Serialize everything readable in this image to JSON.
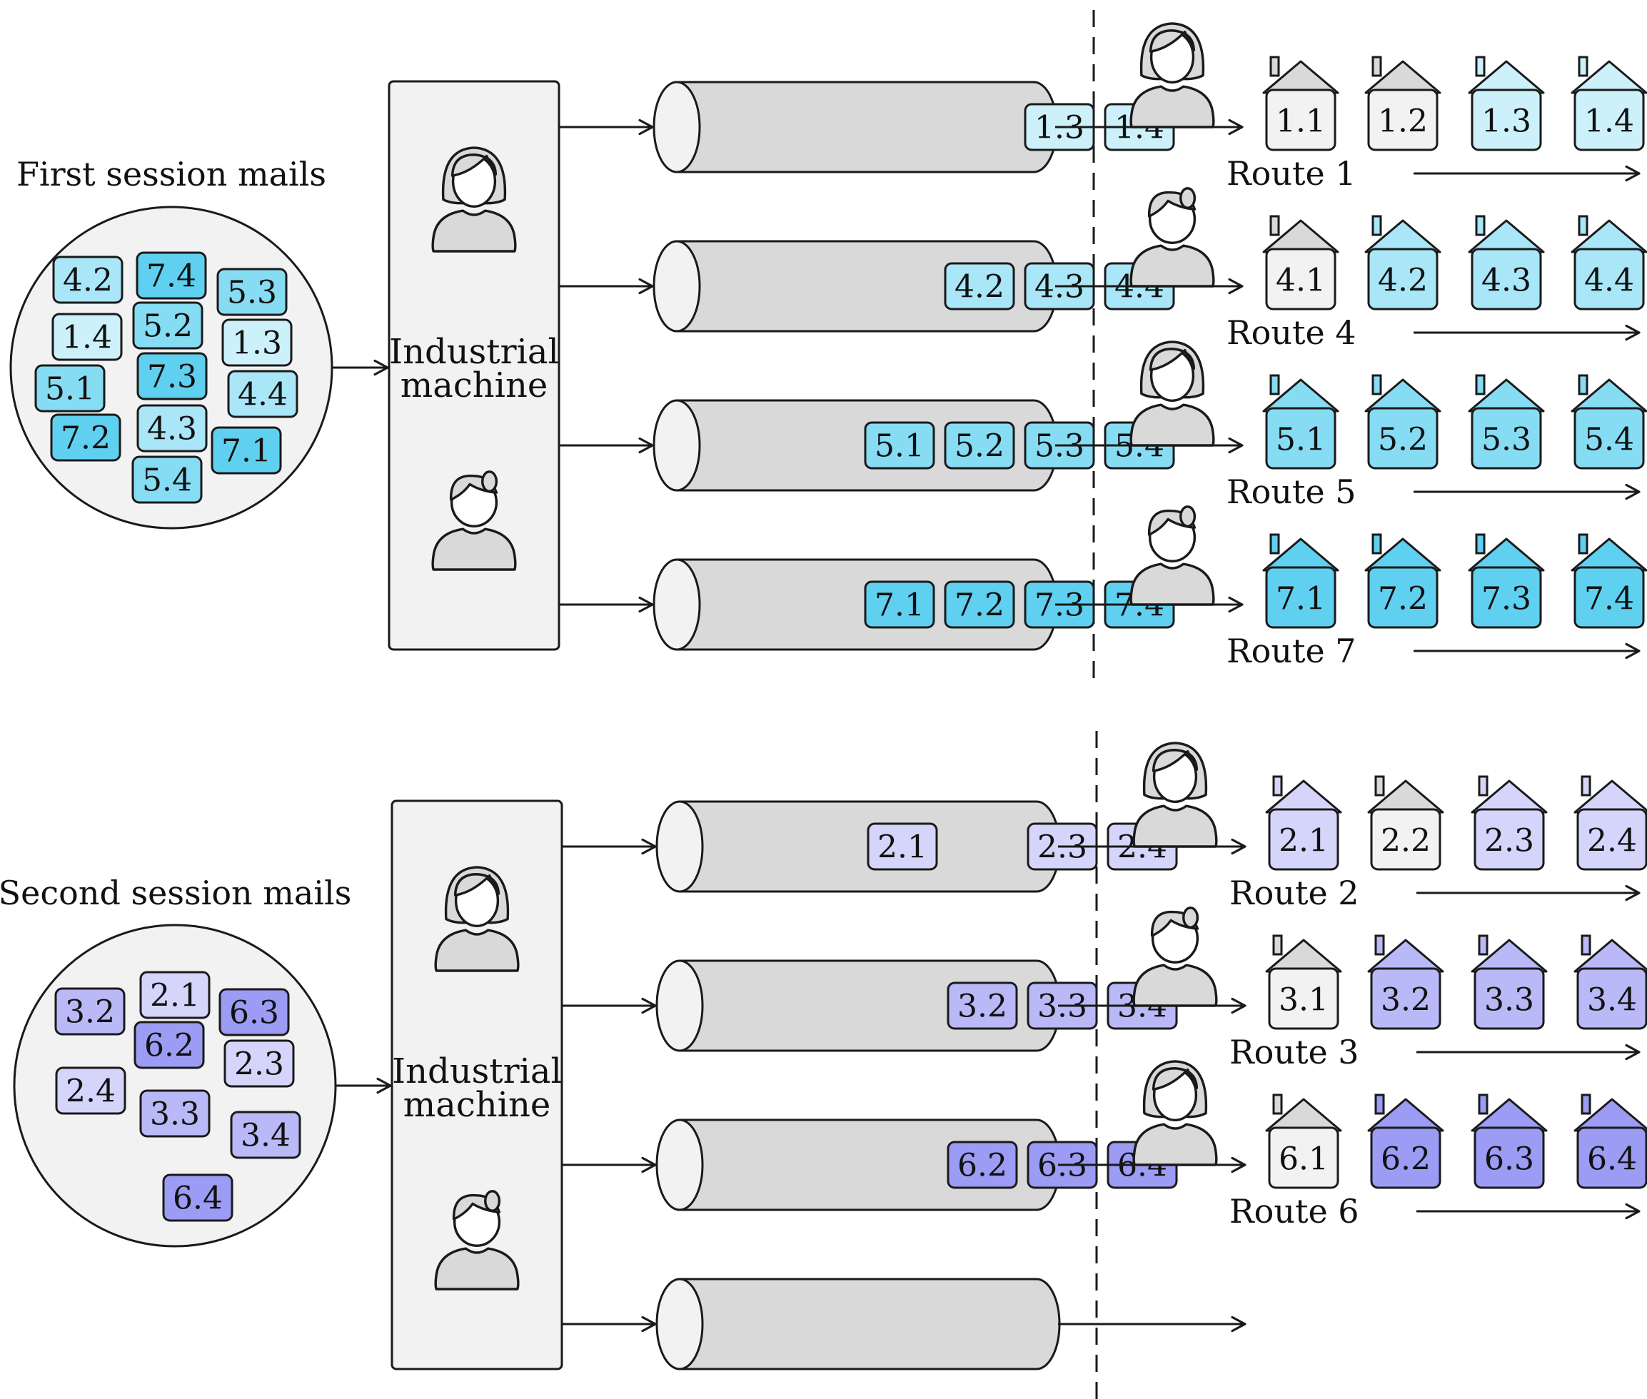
{
  "colors": {
    "grey": "#d9d9d9",
    "light_grey": "#f2f2f2",
    "stroke": "#1a1a1a",
    "blue_levels": {
      "1": "#cdf1fb",
      "4": "#a9e6f7",
      "5": "#86dcf3",
      "7": "#5fd0ef"
    },
    "violet_levels": {
      "2": "#d5d5fb",
      "3": "#b9b9f8",
      "6": "#9c9cf5"
    }
  },
  "icons": {
    "worker": "person-icon",
    "house": "house-icon"
  },
  "sessions": [
    {
      "title": "First session mails",
      "palette": "blue",
      "pool": [
        {
          "label": "4.2"
        },
        {
          "label": "7.4"
        },
        {
          "label": "5.3"
        },
        {
          "label": "1.4"
        },
        {
          "label": "5.2"
        },
        {
          "label": "1.3"
        },
        {
          "label": "5.1"
        },
        {
          "label": "7.3"
        },
        {
          "label": "4.4"
        },
        {
          "label": "7.2"
        },
        {
          "label": "4.3"
        },
        {
          "label": "7.1"
        },
        {
          "label": "5.4"
        }
      ],
      "machine_label": [
        "Industrial",
        "machine"
      ],
      "machine_workers": [
        "female",
        "male"
      ],
      "conveyors": [
        {
          "items": [
            {
              "slot": 2,
              "label": "1.3"
            },
            {
              "slot": 3,
              "label": "1.4"
            }
          ],
          "worker": "female",
          "route": {
            "name": "Route 1",
            "houses": [
              {
                "label": "1.1",
                "done": false
              },
              {
                "label": "1.2",
                "done": false
              },
              {
                "label": "1.3",
                "done": true
              },
              {
                "label": "1.4",
                "done": true
              }
            ]
          }
        },
        {
          "items": [
            {
              "slot": 1,
              "label": "4.2"
            },
            {
              "slot": 2,
              "label": "4.3"
            },
            {
              "slot": 3,
              "label": "4.4"
            }
          ],
          "worker": "male",
          "route": {
            "name": "Route 4",
            "houses": [
              {
                "label": "4.1",
                "done": false
              },
              {
                "label": "4.2",
                "done": true
              },
              {
                "label": "4.3",
                "done": true
              },
              {
                "label": "4.4",
                "done": true
              }
            ]
          }
        },
        {
          "items": [
            {
              "slot": 0,
              "label": "5.1"
            },
            {
              "slot": 1,
              "label": "5.2"
            },
            {
              "slot": 2,
              "label": "5.3"
            },
            {
              "slot": 3,
              "label": "5.4"
            }
          ],
          "worker": "female",
          "route": {
            "name": "Route 5",
            "houses": [
              {
                "label": "5.1",
                "done": true
              },
              {
                "label": "5.2",
                "done": true
              },
              {
                "label": "5.3",
                "done": true
              },
              {
                "label": "5.4",
                "done": true
              }
            ]
          }
        },
        {
          "items": [
            {
              "slot": 0,
              "label": "7.1"
            },
            {
              "slot": 1,
              "label": "7.2"
            },
            {
              "slot": 2,
              "label": "7.3"
            },
            {
              "slot": 3,
              "label": "7.4"
            }
          ],
          "worker": "male",
          "route": {
            "name": "Route 7",
            "houses": [
              {
                "label": "7.1",
                "done": true
              },
              {
                "label": "7.2",
                "done": true
              },
              {
                "label": "7.3",
                "done": true
              },
              {
                "label": "7.4",
                "done": true
              }
            ]
          }
        }
      ]
    },
    {
      "title": "Second session mails",
      "palette": "violet",
      "pool": [
        {
          "label": "3.2"
        },
        {
          "label": "2.1"
        },
        {
          "label": "6.3"
        },
        {
          "label": "6.2"
        },
        {
          "label": "2.3"
        },
        {
          "label": "2.4"
        },
        {
          "label": "3.3"
        },
        {
          "label": "3.4"
        },
        {
          "label": "6.4"
        }
      ],
      "machine_label": [
        "Industrial",
        "machine"
      ],
      "machine_workers": [
        "female",
        "male"
      ],
      "conveyors": [
        {
          "items": [
            {
              "slot": 0,
              "label": "2.1"
            },
            {
              "slot": 2,
              "label": "2.3"
            },
            {
              "slot": 3,
              "label": "2.4"
            }
          ],
          "worker": "female",
          "route": {
            "name": "Route 2",
            "houses": [
              {
                "label": "2.1",
                "done": true
              },
              {
                "label": "2.2",
                "done": false
              },
              {
                "label": "2.3",
                "done": true
              },
              {
                "label": "2.4",
                "done": true
              }
            ]
          }
        },
        {
          "items": [
            {
              "slot": 1,
              "label": "3.2"
            },
            {
              "slot": 2,
              "label": "3.3"
            },
            {
              "slot": 3,
              "label": "3.4"
            }
          ],
          "worker": "male",
          "route": {
            "name": "Route 3",
            "houses": [
              {
                "label": "3.1",
                "done": false
              },
              {
                "label": "3.2",
                "done": true
              },
              {
                "label": "3.3",
                "done": true
              },
              {
                "label": "3.4",
                "done": true
              }
            ]
          }
        },
        {
          "items": [
            {
              "slot": 1,
              "label": "6.2"
            },
            {
              "slot": 2,
              "label": "6.3"
            },
            {
              "slot": 3,
              "label": "6.4"
            }
          ],
          "worker": "female",
          "route": {
            "name": "Route 6",
            "houses": [
              {
                "label": "6.1",
                "done": false
              },
              {
                "label": "6.2",
                "done": true
              },
              {
                "label": "6.3",
                "done": true
              },
              {
                "label": "6.4",
                "done": true
              }
            ]
          }
        },
        {
          "items": [],
          "worker": null,
          "route": null
        }
      ]
    }
  ]
}
